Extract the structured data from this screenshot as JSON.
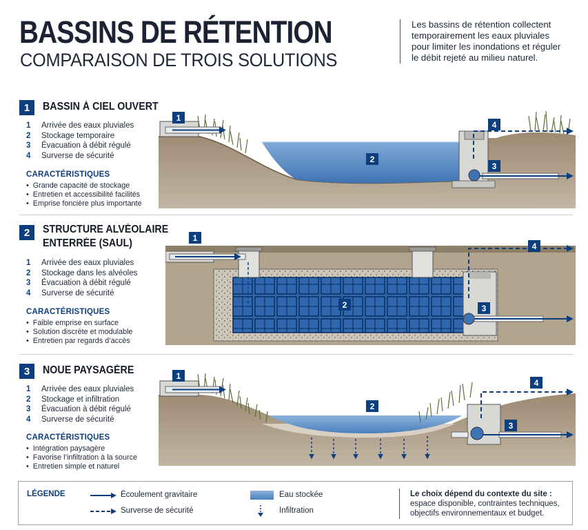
{
  "header": {
    "title": "BASSINS DE RÉTENTION",
    "subtitle": "COMPARAISON DE TROIS SOLUTIONS",
    "intro": "Les bassins de rétention collectent temporairement les eaux pluviales pour limiter les inondations et réguler le débit rejeté au milieu naturel."
  },
  "colors": {
    "navy": "#0d3f7f",
    "water": "#5b8fc8",
    "soil": "#a8947a",
    "gravel": "#c7c0b4",
    "concrete": "#d8d8d4"
  },
  "sections": [
    {
      "num": "1",
      "title": "BASSIN À CIEL OUVERT",
      "title2": "",
      "steps": [
        {
          "n": "1",
          "label": "Arrivée des eaux pluviales"
        },
        {
          "n": "2",
          "label": "Stockage temporaire"
        },
        {
          "n": "3",
          "label": "Évacuation à débit régulé"
        },
        {
          "n": "4",
          "label": "Surverse de sécurité"
        }
      ],
      "char_title": "CARACTÉRISTIQUES",
      "chars": [
        "Grande capacité de stockage",
        "Entretien et accessibilité facilités",
        "Emprise foncière plus importante"
      ]
    },
    {
      "num": "2",
      "title": "STRUCTURE ALVÉOLAIRE",
      "title2": "ENTERRÉE (SAUL)",
      "steps": [
        {
          "n": "1",
          "label": "Arrivée des eaux pluviales"
        },
        {
          "n": "2",
          "label": "Stockage dans les alvéoles"
        },
        {
          "n": "3",
          "label": "Évacuation à débit régulé"
        },
        {
          "n": "4",
          "label": "Surverse de sécurité"
        }
      ],
      "char_title": "CARACTÉRISTIQUES",
      "chars": [
        "Faible emprise en surface",
        "Solution discrète et modulable",
        "Entretien par regards d’accès"
      ]
    },
    {
      "num": "3",
      "title": "NOUE PAYSAGÈRE",
      "title2": "",
      "steps": [
        {
          "n": "1",
          "label": "Arrivée des eaux pluviales"
        },
        {
          "n": "2",
          "label": "Stockage et infiltration"
        },
        {
          "n": "3",
          "label": "Évacuation à débit régulé"
        },
        {
          "n": "4",
          "label": "Surverse de sécurité"
        }
      ],
      "char_title": "CARACTÉRISTIQUES",
      "chars": [
        "Intégration paysagère",
        "Favorise l’infiltration à la source",
        "Entretien simple et naturel"
      ]
    }
  ],
  "markers": {
    "m1": "1",
    "m2": "2",
    "m3": "3",
    "m4": "4"
  },
  "legend": {
    "title": "LÉGENDE",
    "gravity": "Écoulement gravitaire",
    "overflow": "Surverse de sécurité",
    "water": "Eau stockée",
    "infiltration": "Infiltration",
    "note_bold": "Le choix dépend du contexte du site :",
    "note": "espace disponible, contraintes techniques, objectifs environnementaux et budget."
  }
}
